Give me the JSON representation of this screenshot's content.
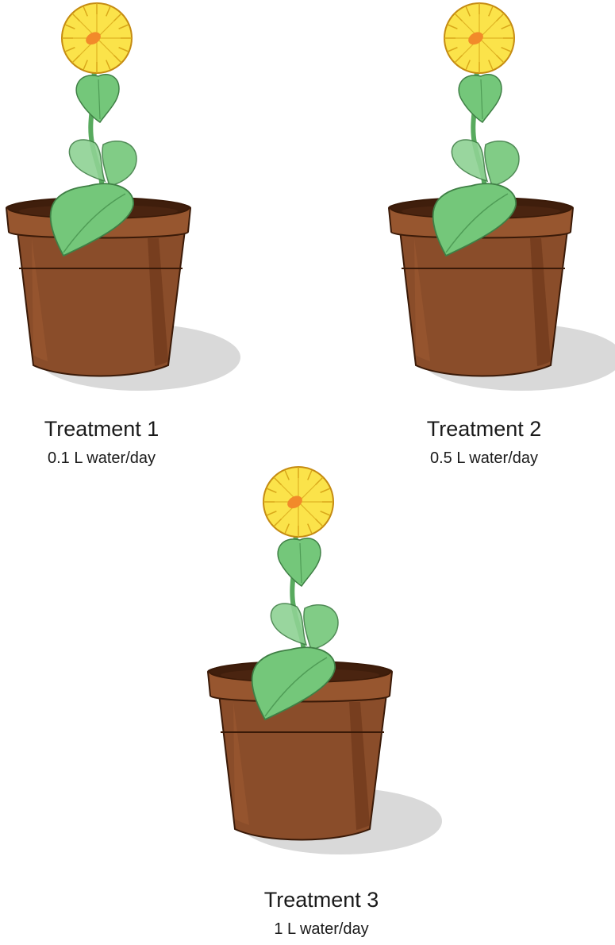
{
  "treatments": [
    {
      "title": "Treatment 1",
      "water": "0.1 L water/day"
    },
    {
      "title": "Treatment 2",
      "water": "0.5 L water/day"
    },
    {
      "title": "Treatment 3",
      "water": "1 L water/day"
    }
  ],
  "colors": {
    "pot": "#8a4d2a",
    "pot_dark": "#6b3619",
    "rim": "#97562f",
    "soil": "#4a2410",
    "leaf": "#74c77a",
    "leaf_dark": "#4f9c56",
    "petal": "#fbe34a",
    "petal_edge": "#c58b12",
    "center": "#f28a2a",
    "shadow": "#d9d9d9"
  },
  "icons": [
    "potted-flower-icon"
  ]
}
